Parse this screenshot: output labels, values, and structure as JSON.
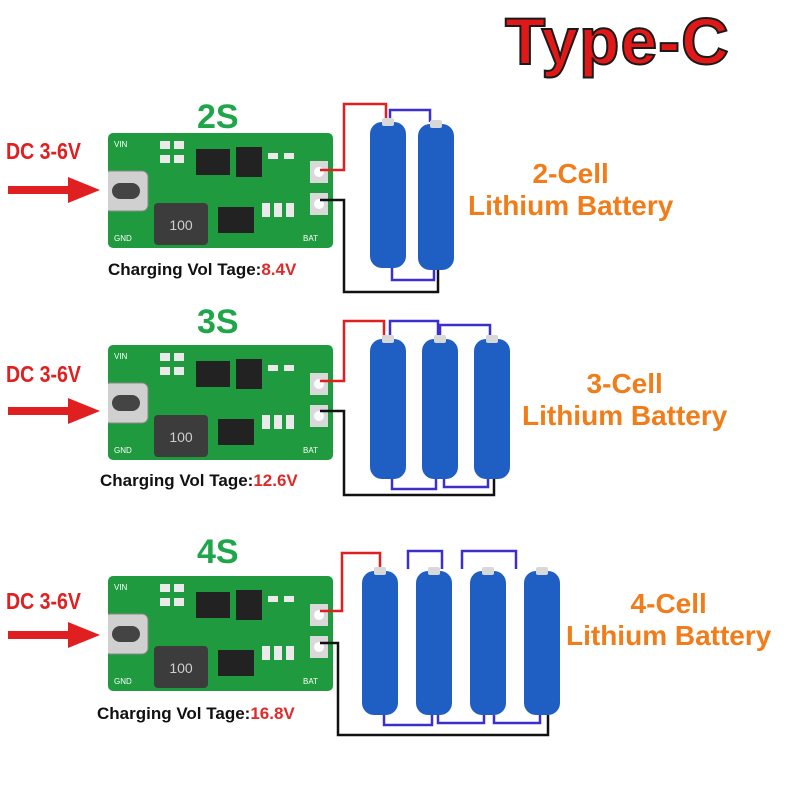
{
  "title": "Type-C",
  "sections": [
    {
      "label": "2S",
      "input": "DC 3-6V",
      "vol_prefix": "Charging Vol Tage:",
      "vol_value": "8.4V",
      "cell_line1": "2-Cell",
      "cell_line2": "Lithium Battery",
      "cells": 2
    },
    {
      "label": "3S",
      "input": "DC 3-6V",
      "vol_prefix": "Charging Vol Tage:",
      "vol_value": "12.6V",
      "cell_line1": "3-Cell",
      "cell_line2": "Lithium Battery",
      "cells": 3
    },
    {
      "label": "4S",
      "input": "DC 3-6V",
      "vol_prefix": "Charging Vol Tage:",
      "vol_value": "16.8V",
      "cell_line1": "4-Cell",
      "cell_line2": "Lithium Battery",
      "cells": 4
    }
  ],
  "board": {
    "inductor_marking": "100",
    "silk_gnd": "GND",
    "silk_bat": "BAT",
    "silk_vin": "VIN"
  },
  "colors": {
    "title": "#e01818",
    "section_label": "#1fa64a",
    "dc_label": "#e02020",
    "voltage_value": "#e02a2a",
    "cell_label": "#f07d1a",
    "pcb": "#1f9a3e",
    "battery": "#1f5fc4",
    "wire_positive": "#e02020",
    "wire_link": "#3b2fd0",
    "wire_negative": "#111111"
  }
}
